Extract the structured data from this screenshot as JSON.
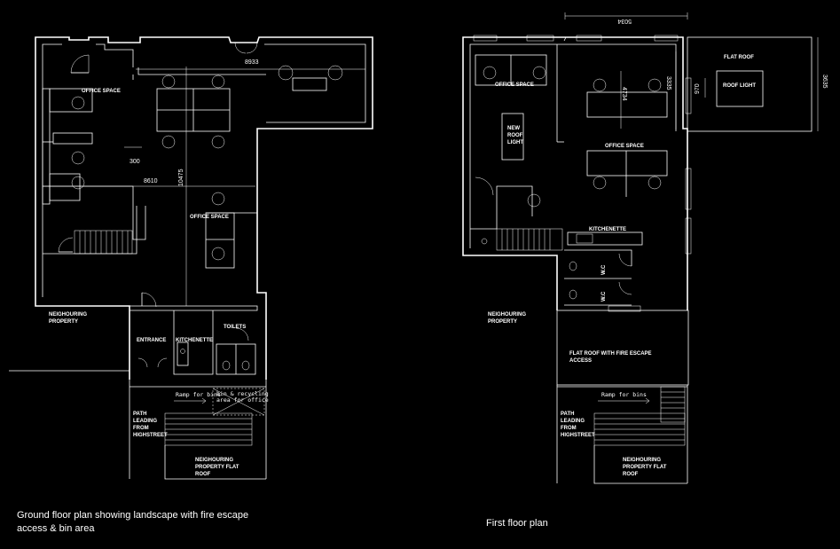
{
  "captions": {
    "ground": "Ground floor plan showing landscape with fire escape\naccess & bin area",
    "first": "First floor plan"
  },
  "ground_floor": {
    "labels": {
      "office_space_1": "OFFICE SPACE",
      "office_space_2": "OFFICE SPACE",
      "neighbouring_property_1": "NEIGHOURING",
      "neighbouring_property_2": "PROPERTY",
      "entrance": "ENTRANCE",
      "kitchenette": "KITCHENETTE",
      "toilets": "TOILETS",
      "ramp": "Ramp for bins",
      "bin_1": "bin & recycling",
      "bin_2": "area for office",
      "path_1": "PATH",
      "path_2": "LEADING",
      "path_3": "FROM",
      "path_4": "HIGHSTREET",
      "neighbour_roof_1": "NEIGHOURING",
      "neighbour_roof_2": "PROPERTY FLAT",
      "neighbour_roof_3": "ROOF"
    },
    "dimensions": {
      "d8933": "8933",
      "d300": "300",
      "d8610": "8610",
      "d10475": "10475"
    }
  },
  "first_floor": {
    "labels": {
      "office_space_1": "OFFICE SPACE",
      "office_space_2": "OFFICE SPACE",
      "new_roof_light_1": "NEW",
      "new_roof_light_2": "ROOF",
      "new_roof_light_3": "LIGHT",
      "flat_roof": "FLAT ROOF",
      "roof_light": "ROOF LIGHT",
      "kitchenette": "KITCHENETTE",
      "wc": "W.C",
      "neighbouring_property_1": "NEIGHOURING",
      "neighbouring_property_2": "PROPERTY",
      "flat_roof_fire_1": "FLAT ROOF WITH FIRE ESCAPE",
      "flat_roof_fire_2": "ACCESS",
      "ramp": "Ramp for bins",
      "path_1": "PATH",
      "path_2": "LEADING",
      "path_3": "FROM",
      "path_4": "HIGHSTREET",
      "neighbour_roof_1": "NEIGHOURING",
      "neighbour_roof_2": "PROPERTY FLAT",
      "neighbour_roof_3": "ROOF"
    },
    "dimensions": {
      "d5034": "5034",
      "d3335": "3335",
      "d4734": "4734",
      "d970": "970",
      "d3635": "3635"
    }
  }
}
